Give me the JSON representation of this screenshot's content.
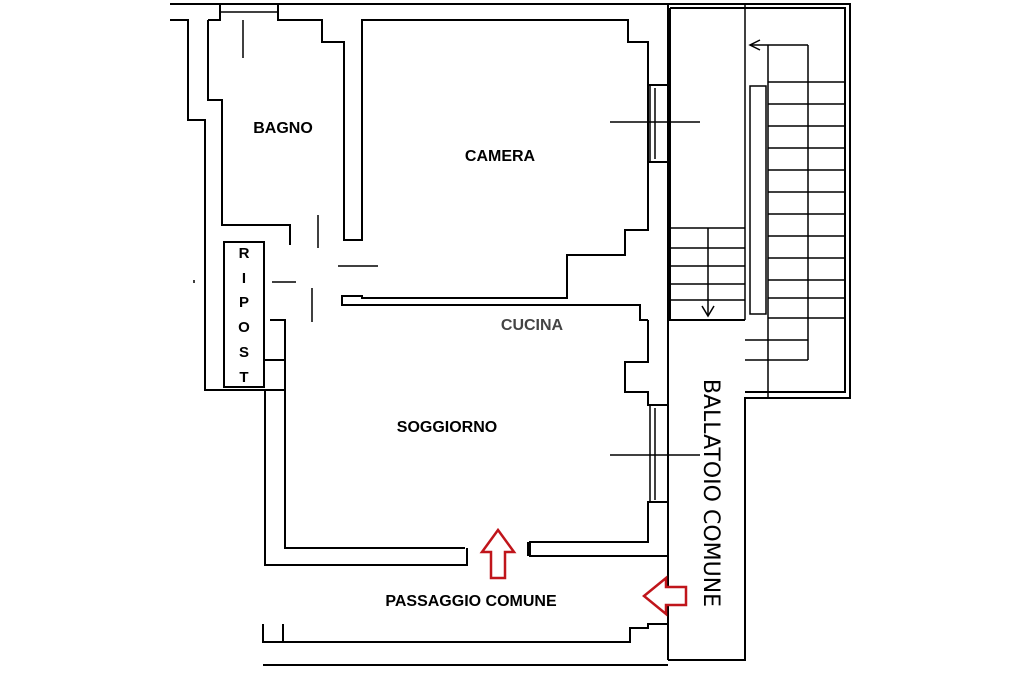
{
  "rooms": {
    "bagno": "BAGNO",
    "camera": "CAMERA",
    "cucina": "CUCINA",
    "soggiorno": "SOGGIORNO",
    "passaggio": "PASSAGGIO COMUNE"
  },
  "ripost_letters": [
    "R",
    "I",
    "P",
    "O",
    "S",
    "T"
  ],
  "ballatoio": "BALLATOIO COMUNE",
  "colors": {
    "wall": "#000000",
    "arrow": "#c0151b",
    "cucina_text": "#444444"
  }
}
